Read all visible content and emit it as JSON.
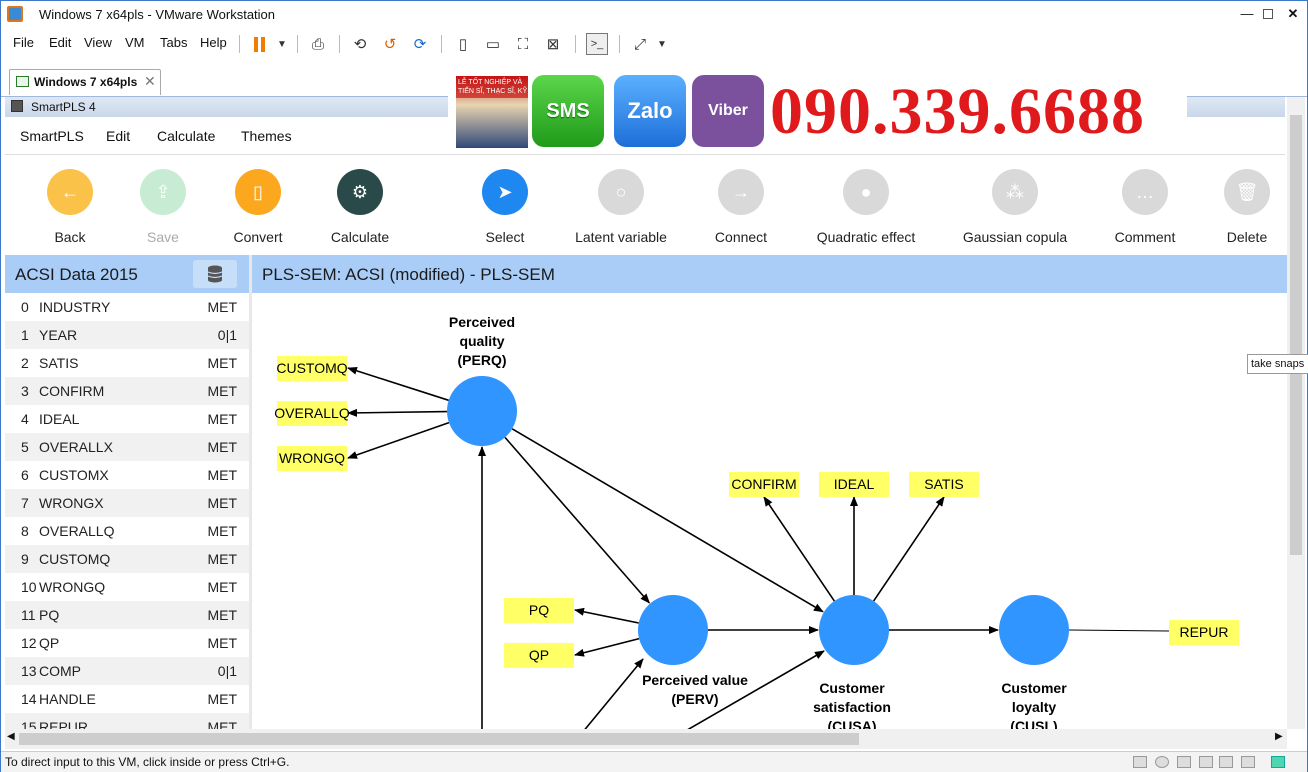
{
  "vm": {
    "title": "Windows 7 x64pls - VMware Workstation",
    "menu": [
      "File",
      "Edit",
      "View",
      "VM",
      "Tabs",
      "Help"
    ],
    "tab_label": "Windows 7 x64pls",
    "status": "To direct input to this VM, click inside or press Ctrl+G.",
    "tooltip": "take snaps"
  },
  "ad": {
    "sms": "SMS",
    "zalo": "Zalo",
    "viber": "Viber",
    "phone": "090.339.6688",
    "photo_caption": "LỄ TỐT NGHIỆP VÀ\nTIẾN SĨ, THẠC SĨ, KỸ SƯ"
  },
  "app": {
    "title": "SmartPLS 4",
    "menu": [
      "SmartPLS",
      "Edit",
      "Calculate",
      "Themes"
    ],
    "tools": [
      {
        "label": "Back",
        "color": "#fbc24a",
        "icon": "back-arrow-icon"
      },
      {
        "label": "Save",
        "color": "#c8ecd3",
        "icon": "cloud-upload-icon"
      },
      {
        "label": "Convert",
        "color": "#fba81f",
        "icon": "document-icon"
      },
      {
        "label": "Calculate",
        "color": "#2a4a4a",
        "icon": "gear-icon"
      },
      {
        "label": "Select",
        "color": "#1e88f0",
        "icon": "cursor-icon"
      },
      {
        "label": "Latent variable",
        "color": "#d9d9d9",
        "icon": "circle-icon"
      },
      {
        "label": "Connect",
        "color": "#d9d9d9",
        "icon": "arrow-right-icon"
      },
      {
        "label": "Quadratic effect",
        "color": "#d9d9d9",
        "icon": "person-icon"
      },
      {
        "label": "Gaussian copula",
        "color": "#d9d9d9",
        "icon": "group-icon"
      },
      {
        "label": "Comment",
        "color": "#d9d9d9",
        "icon": "speech-bubble-icon"
      },
      {
        "label": "Delete",
        "color": "#d9d9d9",
        "icon": "trash-icon"
      }
    ],
    "dataset_title": "ACSI Data 2015",
    "variables": [
      {
        "i": "0",
        "name": "INDUSTRY",
        "type": "MET"
      },
      {
        "i": "1",
        "name": "YEAR",
        "type": "0|1"
      },
      {
        "i": "2",
        "name": "SATIS",
        "type": "MET"
      },
      {
        "i": "3",
        "name": "CONFIRM",
        "type": "MET"
      },
      {
        "i": "4",
        "name": "IDEAL",
        "type": "MET"
      },
      {
        "i": "5",
        "name": "OVERALLX",
        "type": "MET"
      },
      {
        "i": "6",
        "name": "CUSTOMX",
        "type": "MET"
      },
      {
        "i": "7",
        "name": "WRONGX",
        "type": "MET"
      },
      {
        "i": "8",
        "name": "OVERALLQ",
        "type": "MET"
      },
      {
        "i": "9",
        "name": "CUSTOMQ",
        "type": "MET"
      },
      {
        "i": "10",
        "name": "WRONGQ",
        "type": "MET"
      },
      {
        "i": "11",
        "name": "PQ",
        "type": "MET"
      },
      {
        "i": "12",
        "name": "QP",
        "type": "MET"
      },
      {
        "i": "13",
        "name": "COMP",
        "type": "0|1"
      },
      {
        "i": "14",
        "name": "HANDLE",
        "type": "MET"
      },
      {
        "i": "15",
        "name": "REPUR",
        "type": "MET"
      }
    ],
    "canvas_title": "PLS-SEM: ACSI (modified) - PLS-SEM"
  },
  "model": {
    "constructs": [
      {
        "id": "PERQ",
        "lines": [
          "Perceived",
          "quality",
          "(PERQ)"
        ]
      },
      {
        "id": "PERV",
        "lines": [
          "Perceived value",
          "(PERV)"
        ]
      },
      {
        "id": "CUSA",
        "lines": [
          "Customer",
          "satisfaction",
          "(CUSA)"
        ]
      },
      {
        "id": "CUSL",
        "lines": [
          "Customer",
          "loyalty",
          "(CUSL)"
        ]
      }
    ],
    "indicators": [
      "CUSTOMQ",
      "OVERALLQ",
      "WRONGQ",
      "CONFIRM",
      "IDEAL",
      "SATIS",
      "PQ",
      "QP",
      "REPUR"
    ],
    "colors": {
      "construct": "#3195ff",
      "indicator": "#ffff66"
    }
  }
}
